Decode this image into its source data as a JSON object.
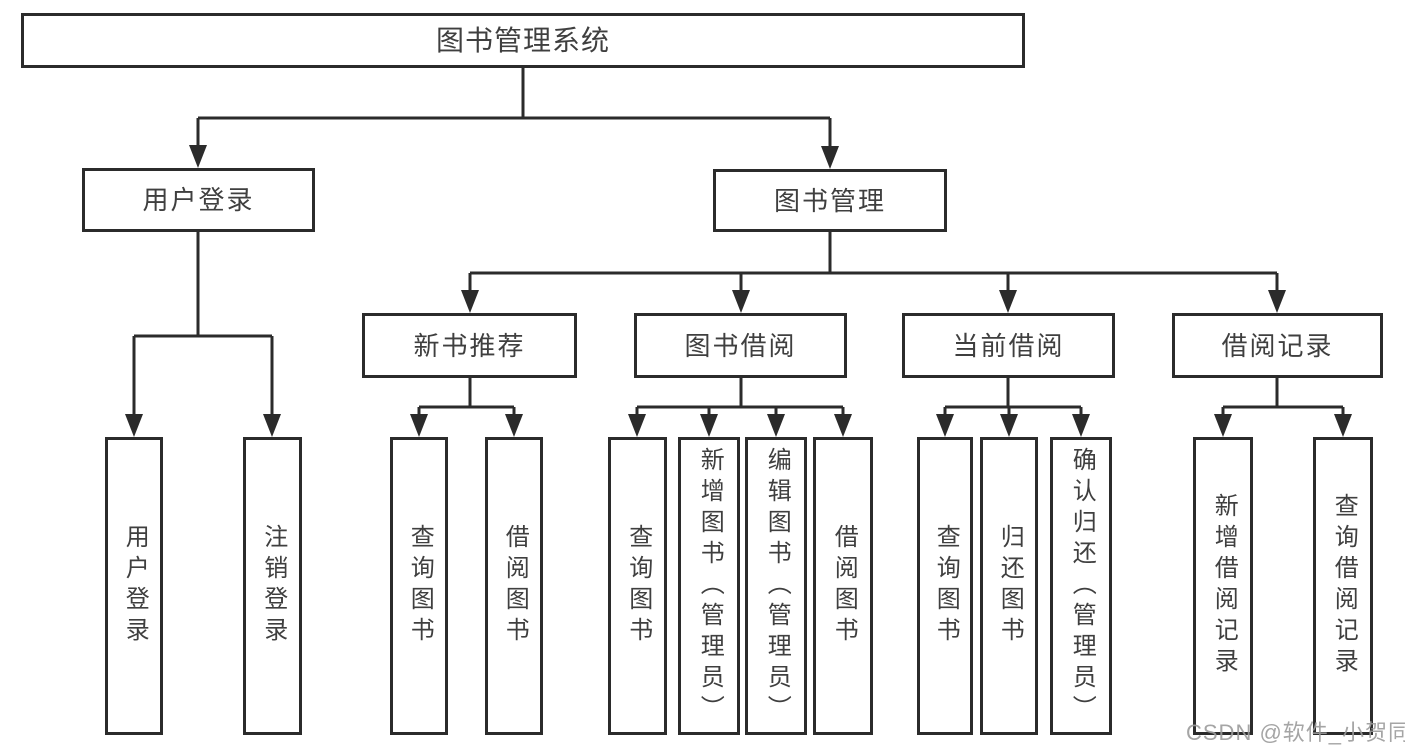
{
  "colors": {
    "line": "#2b2b2b",
    "text": "#3f3f3f",
    "background": "#ffffff",
    "watermark": "#9b9b9b"
  },
  "watermark": {
    "text": "CSDN @软件_小贺同学"
  },
  "tree": {
    "root": {
      "label": "图书管理系统"
    },
    "branches": [
      {
        "label": "用户登录",
        "leaves": [
          {
            "label": "用户登录"
          },
          {
            "label": "注销登录"
          }
        ]
      },
      {
        "label": "图书管理",
        "groups": [
          {
            "label": "新书推荐",
            "leaves": [
              {
                "label": "查询图书"
              },
              {
                "label": "借阅图书"
              }
            ]
          },
          {
            "label": "图书借阅",
            "leaves": [
              {
                "label": "查询图书"
              },
              {
                "label": "新增图书（管理员）"
              },
              {
                "label": "编辑图书（管理员）"
              },
              {
                "label": "借阅图书"
              }
            ]
          },
          {
            "label": "当前借阅",
            "leaves": [
              {
                "label": "查询图书"
              },
              {
                "label": "归还图书"
              },
              {
                "label": "确认归还（管理员）"
              }
            ]
          },
          {
            "label": "借阅记录",
            "leaves": [
              {
                "label": "新增借阅记录"
              },
              {
                "label": "查询借阅记录"
              }
            ]
          }
        ]
      }
    ]
  }
}
